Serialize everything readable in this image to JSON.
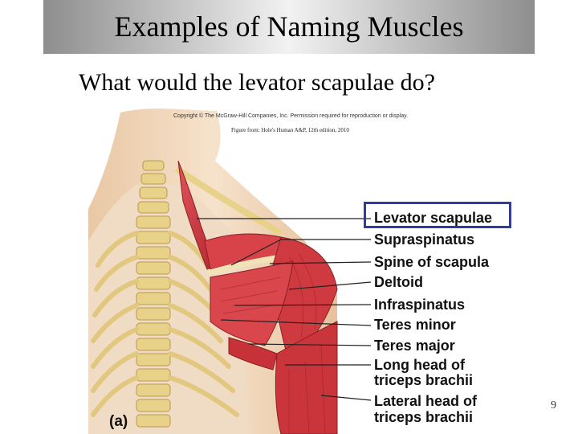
{
  "slide": {
    "title": "Examples of Naming Muscles",
    "question": "What would the levator scapulae do?",
    "page_number": "9"
  },
  "figure": {
    "copyright": "Copyright © The McGraw-Hill Companies, Inc. Permission required for reproduction or display.",
    "source": "Figure from: Hole's Human A&P, 12th edition, 2010",
    "panel_letter": "(a)",
    "labels": [
      "Levator scapulae",
      "Supraspinatus",
      "Spine of scapula",
      "Deltoid",
      "Infraspinatus",
      "Teres minor",
      "Teres major",
      "Long head of",
      "triceps brachii",
      "Lateral head of",
      "triceps brachii"
    ],
    "highlighted_label": "Levator scapulae",
    "colors": {
      "muscle": "#c8353a",
      "bone": "#e8d28a",
      "skin": "#f1d7b8",
      "highlight_box": "#2f3c9e"
    }
  }
}
